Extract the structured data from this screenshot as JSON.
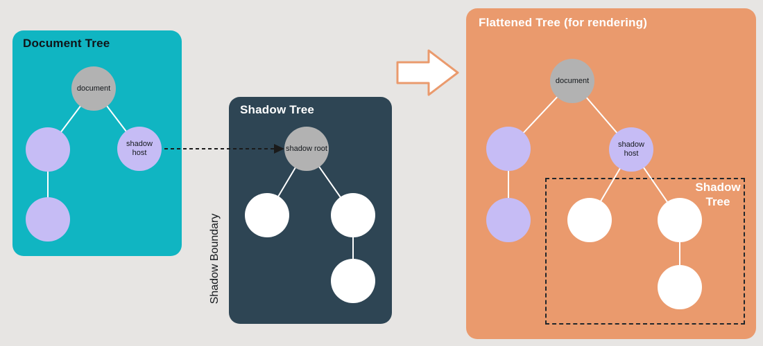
{
  "panels": {
    "document_tree": {
      "title": "Document Tree"
    },
    "shadow_tree": {
      "title": "Shadow Tree"
    },
    "flattened_tree": {
      "title": "Flattened Tree (for rendering)"
    }
  },
  "labels": {
    "shadow_boundary": "Shadow Boundary",
    "flattened_shadow_tree_box": "Shadow Tree"
  },
  "nodes": {
    "document": "document",
    "shadow_host": "shadow host",
    "shadow_root": "shadow root"
  },
  "colors": {
    "background": "#e7e5e3",
    "document_tree_panel": "#10b5c2",
    "shadow_tree_panel": "#2e4554",
    "flattened_tree_panel": "#ea9a6d",
    "purple_node": "#c6bcf5",
    "gray_node": "#b2b2b2",
    "white_node": "#ffffff",
    "connector_line": "#ffffff",
    "dashed_arrow": "#1a1a1a",
    "big_arrow_outline": "#ea9a6d",
    "big_arrow_fill": "#ffffff"
  }
}
